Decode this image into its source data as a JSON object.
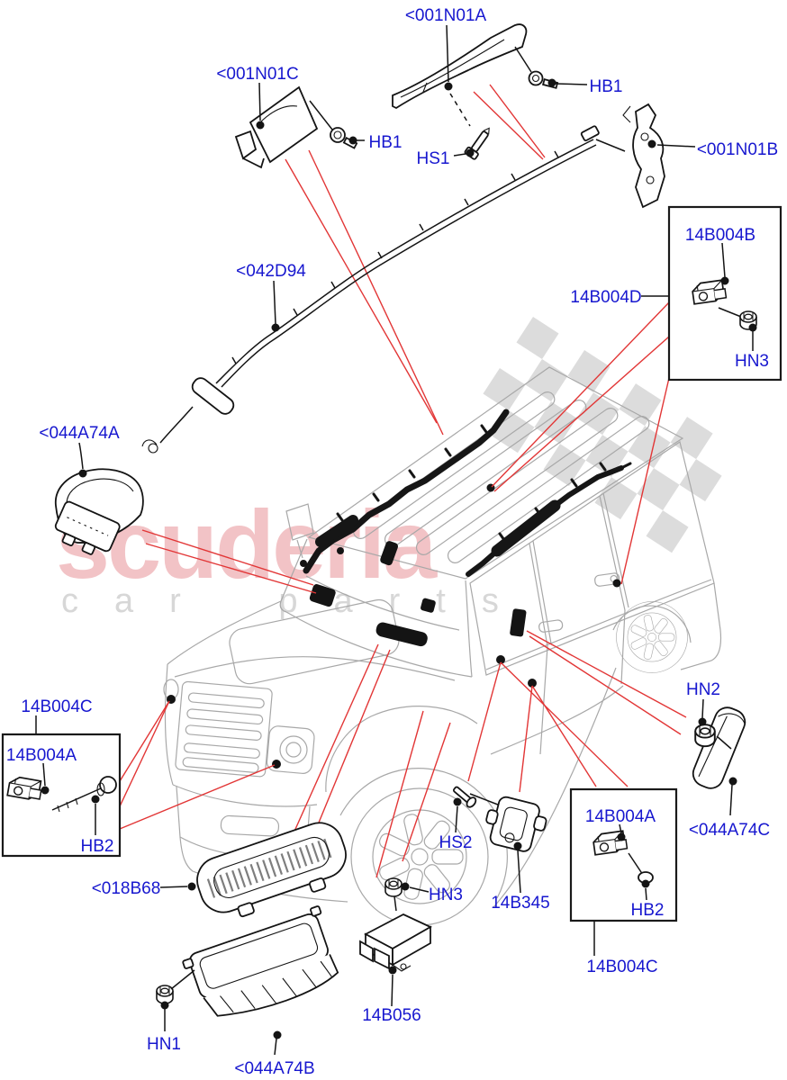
{
  "watermark": {
    "line1": "scuderia",
    "line2": "car parts"
  },
  "colors": {
    "label_blue": "#1717cf",
    "leader_red": "#e23636",
    "line_black": "#141414",
    "car_outline_gray": "#a8a8a8",
    "watermark_pink": "#efb5b9",
    "watermark_gray": "#d7d7d7"
  },
  "part_labels": {
    "n01a": "<001N01A",
    "n01c": "<001N01C",
    "n01b": "<001N01B",
    "hb1": "HB1",
    "hs1": "HS1",
    "d94": "<042D94",
    "b004b": "14B004B",
    "b004d": "14B004D",
    "hn3": "HN3",
    "a74a": "<044A74A",
    "b004c": "14B004C",
    "b004a": "14B004A",
    "hb2": "HB2",
    "b68": "<018B68",
    "hn1": "HN1",
    "a74b": "<044A74B",
    "b056": "14B056",
    "hs2": "HS2",
    "b345": "14B345",
    "a74c": "<044A74C",
    "hn2": "HN2"
  }
}
